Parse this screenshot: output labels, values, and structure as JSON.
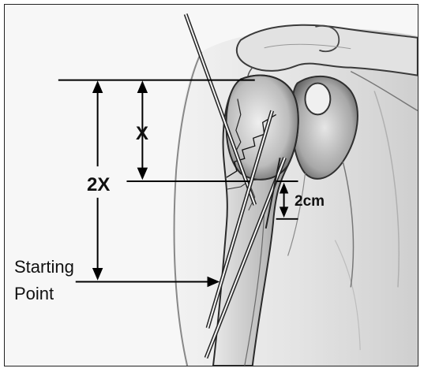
{
  "labels": {
    "distance_x": "X",
    "distance_2x": "2X",
    "distance_2cm": "2cm",
    "starting_point": [
      "Starting",
      "Point"
    ]
  }
}
